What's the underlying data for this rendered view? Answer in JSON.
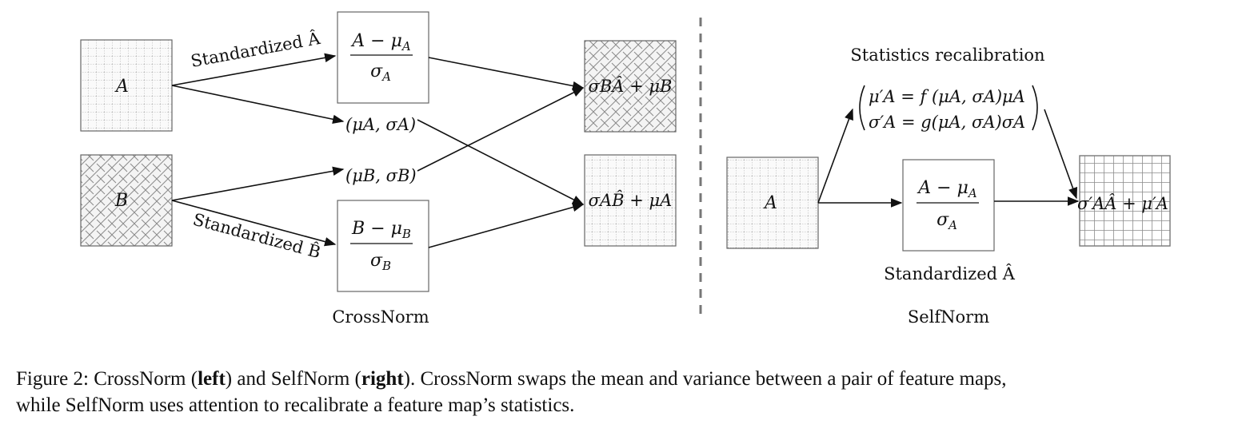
{
  "crossnorm": {
    "map_a": "A",
    "map_b": "B",
    "standardized_a": "Standardized Â",
    "standardized_b": "Standardized B̂",
    "box_a_num": "A − μ",
    "box_a_num_sub": "A",
    "box_a_den": "σ",
    "box_a_den_sub": "A",
    "box_b_num": "B − μ",
    "box_b_num_sub": "B",
    "box_b_den": "σ",
    "box_b_den_sub": "B",
    "stats_a": "(μA, σA)",
    "stats_b": "(μB, σB)",
    "out_top": "σBÂ + μB",
    "out_bottom": "σAB̂ + μA",
    "label": "CrossNorm"
  },
  "selfnorm": {
    "map_a": "A",
    "recal_title": "Statistics recalibration",
    "recal_eq1": "μ′A = f (μA, σA)μA",
    "recal_eq2": "σ′A =  g(μA, σA)σA",
    "box_num": "A − μ",
    "box_num_sub": "A",
    "box_den": "σ",
    "box_den_sub": "A",
    "standardized": "Standardized Â",
    "output": "σ′AÂ + μ′A",
    "label": "SelfNorm"
  },
  "caption": {
    "prefix": "Figure 2: CrossNorm (",
    "left": "left",
    "mid": ") and SelfNorm (",
    "right": "right",
    "rest_line1": "). CrossNorm swaps the mean and variance between a pair of feature maps,",
    "line2": "while SelfNorm uses attention to recalibrate a feature map’s statistics."
  }
}
